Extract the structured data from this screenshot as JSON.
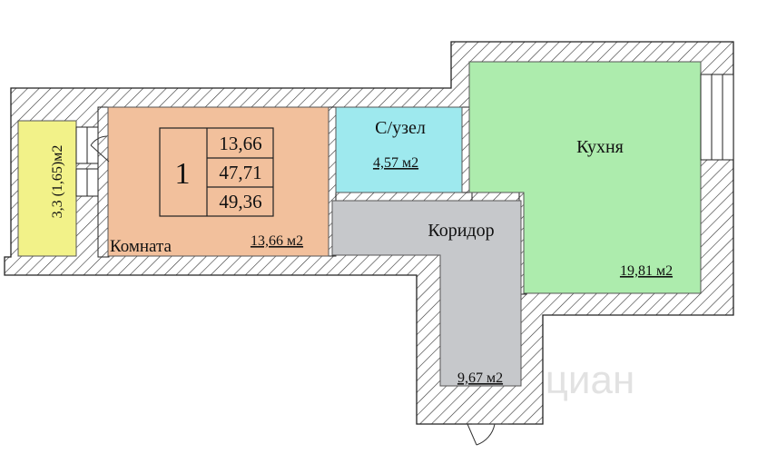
{
  "plan": {
    "apartment_number": "1",
    "areas_table": [
      "13,66",
      "47,71",
      "49,36"
    ]
  },
  "rooms": {
    "living": {
      "label": "Комната",
      "area": "13,66 м2",
      "color": "#F2C09C"
    },
    "bathroom": {
      "label": "С/узел",
      "area": "4,57 м2",
      "color": "#9EE9EE"
    },
    "kitchen": {
      "label": "Кухня",
      "area": "19,81 м2",
      "color": "#ADECAD"
    },
    "corridor": {
      "label": "Коридор",
      "area": "9,67 м2",
      "color": "#C6C8CB"
    },
    "balcony": {
      "label": "3,3 (1,65)м2",
      "color": "#F2F289"
    }
  },
  "watermark": "циан"
}
